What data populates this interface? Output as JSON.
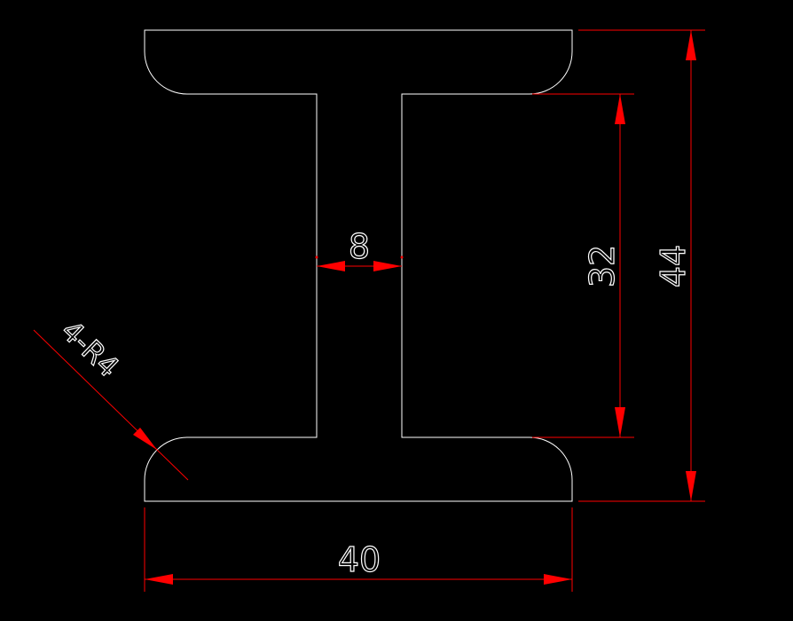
{
  "drawing": {
    "background_color": "#000000",
    "profile_color": "#ffffff",
    "dimension_color": "#ff0000",
    "text_color": "#ffffff"
  },
  "dimensions": {
    "web_thickness": "8",
    "web_height": "32",
    "overall_height": "44",
    "flange_width": "40",
    "fillet_radius": "4-R4"
  }
}
